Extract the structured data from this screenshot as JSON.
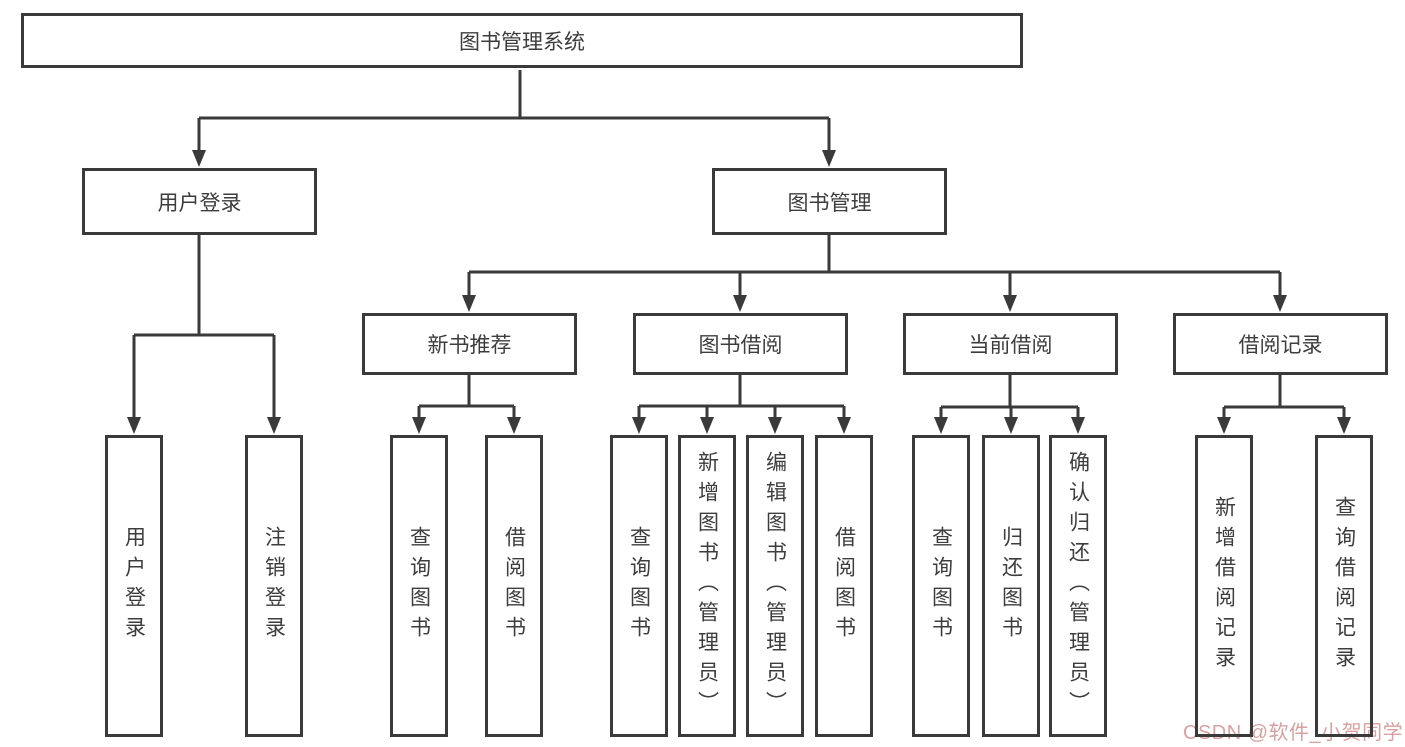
{
  "diagram": {
    "type": "hierarchy-tree",
    "root": {
      "label": "图书管理系统"
    },
    "level2": [
      {
        "label": "用户登录"
      },
      {
        "label": "图书管理"
      }
    ],
    "level3": [
      {
        "label": "新书推荐",
        "parent": "图书管理"
      },
      {
        "label": "图书借阅",
        "parent": "图书管理"
      },
      {
        "label": "当前借阅",
        "parent": "图书管理"
      },
      {
        "label": "借阅记录",
        "parent": "图书管理"
      }
    ],
    "leaves": {
      "user_login": [
        {
          "label": "用户登录"
        },
        {
          "label": "注销登录"
        }
      ],
      "new_book": [
        {
          "label": "查询图书"
        },
        {
          "label": "借阅图书"
        }
      ],
      "book_borrow": [
        {
          "label": "查询图书"
        },
        {
          "label": "新增图书（管理员）"
        },
        {
          "label": "编辑图书（管理员）"
        },
        {
          "label": "借阅图书"
        }
      ],
      "current_borrow": [
        {
          "label": "查询图书"
        },
        {
          "label": "归还图书"
        },
        {
          "label": "确认归还（管理员）"
        }
      ],
      "borrow_records": [
        {
          "label": "新增借阅记录"
        },
        {
          "label": "查询借阅记录"
        }
      ]
    }
  },
  "watermark": {
    "text": "CSDN @软件_小贺同学",
    "color": "#d9a0a0"
  },
  "colors": {
    "line": "#3a3a3a",
    "text": "#3d3d3d",
    "background": "#ffffff"
  }
}
